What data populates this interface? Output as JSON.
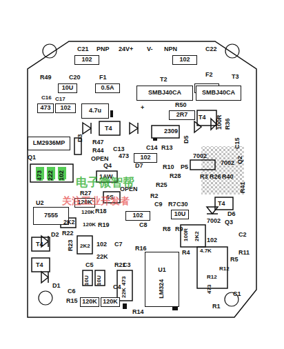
{
  "diagram": {
    "nodes": [
      {
        "text": [
          "102"
        ]
      },
      {
        "text": [
          "102"
        ]
      },
      {
        "text": [
          "10U"
        ]
      },
      {
        "text": [
          "0.5A"
        ]
      },
      {
        "text": [
          "0.5A"
        ]
      },
      {
        "text": [
          "SMBJ40CA"
        ]
      },
      {
        "text": [
          "SMBJ40CA"
        ]
      },
      {
        "text": [
          "473"
        ]
      },
      {
        "text": [
          "102"
        ]
      },
      {
        "text": [
          "4.7u"
        ]
      },
      {
        "text": [
          "2R7"
        ]
      },
      {
        "text": [
          "LM2936MP"
        ]
      },
      {
        "text": [
          "102"
        ]
      },
      {
        "text": [
          "120K"
        ]
      },
      {
        "text": [
          "7555"
        ]
      },
      {
        "text": [
          "102"
        ]
      },
      {
        "text": [
          "10U"
        ]
      },
      {
        "text": [
          "U1",
          "LM324"
        ]
      },
      {
        "text": [
          "120K"
        ]
      },
      {
        "text": [
          "120K"
        ]
      }
    ],
    "labels": [
      "C21",
      "PNP",
      "24V+",
      "V-",
      "NPN",
      "C22",
      "R49",
      "C20",
      "F1",
      "T2",
      "F2",
      "T3",
      "C16",
      "C17",
      "R50",
      "+",
      "T4",
      "T4",
      "2309",
      "D5",
      "100R",
      "R36",
      "C15",
      "Q2",
      "R47",
      "R44",
      "OPEN",
      "C13",
      "D3",
      "C14",
      "R13",
      "473",
      "D7",
      "Q1",
      "Q4",
      "1AW",
      "R10",
      "P5",
      "R28",
      "7002",
      "7002",
      "R3",
      "R26",
      "R40",
      "R41",
      "473",
      "222",
      "102",
      "R27",
      "U2",
      "R18",
      "6S",
      "OPEN",
      "R25",
      "R2",
      "C9",
      "C30",
      "T4",
      "7002",
      "D6",
      "R22",
      "2K2",
      "120K",
      "120K",
      "R19",
      "C8",
      "R7",
      "Q3",
      "C2",
      "D2",
      "T4",
      "T4",
      "D1",
      "R23",
      "2K2",
      "102",
      "22K",
      "C7",
      "R16",
      "R21",
      "C3",
      "C5",
      "C6",
      "10U",
      "10U",
      "C4",
      "R15",
      "R14",
      "R4",
      "R8",
      "R9",
      "100R",
      "2K2",
      "102",
      "R11",
      "R5",
      "4.7K",
      "R12",
      "473",
      "R1",
      "C1",
      "R12",
      "473",
      "22K",
      "电子微智帮",
      "关注工业开发者"
    ]
  }
}
